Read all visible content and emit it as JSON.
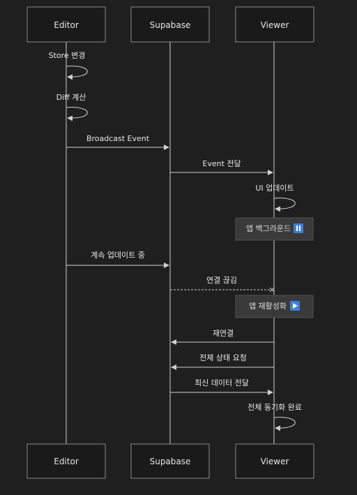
{
  "participants": {
    "editor": "Editor",
    "supabase": "Supabase",
    "viewer": "Viewer"
  },
  "messages": {
    "store_change": "Store 변경",
    "diff_calc": "Diff 계산",
    "broadcast": "Broadcast Event",
    "event_forward": "Event 전달",
    "ui_update": "UI 업데이트",
    "continue_update": "계속 업데이트 중",
    "connection_lost": "연결 끊김",
    "reconnect": "재연결",
    "full_state_request": "전체 상태 요청",
    "latest_data": "최신 데이터 전달",
    "full_sync": "전체 동기화 완료"
  },
  "notes": {
    "app_background": "앱 백그라운드",
    "app_reactivate": "앱 재활성화"
  },
  "icons": {
    "pause": "pause-icon",
    "play": "play-icon"
  },
  "colors": {
    "background": "#1f1f1f",
    "line": "#cfcfcf",
    "note_background": "#3a3a3a",
    "icon_blue": "#3d7fd8"
  }
}
